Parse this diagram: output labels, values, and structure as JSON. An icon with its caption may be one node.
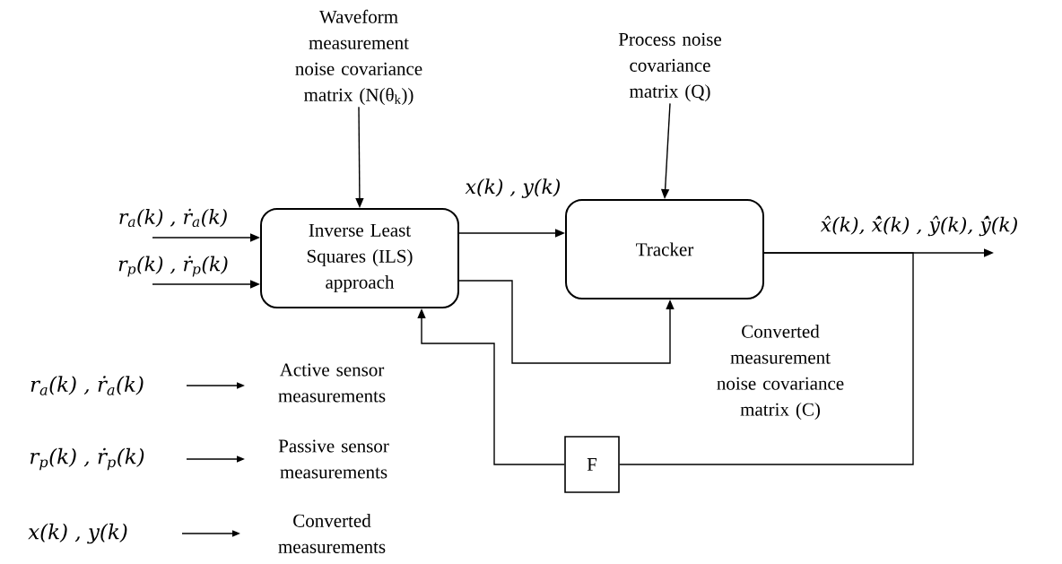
{
  "diagram": {
    "nodes": [
      {
        "text": [
          "Waveform measurement noise covariance matrix (N(θ$_{k}$))"
        ]
      },
      {
        "text": [
          "Process noise covariance matrix (Q)"
        ]
      },
      {
        "text": [
          "Inverse Least Squares (ILS) approach"
        ]
      },
      {
        "text": [
          "Tracker"
        ]
      },
      {
        "text": [
          "F"
        ]
      }
    ],
    "edges": [
      {
        "from": 0,
        "to": 2,
        "arrow": "to"
      },
      {
        "from": 1,
        "to": 3,
        "arrow": "to"
      },
      {
        "from": null,
        "to": 2,
        "arrow": "to",
        "label": "r$_{a}$(k) , ṙ$_{a}$(k)"
      },
      {
        "from": null,
        "to": 2,
        "arrow": "to",
        "label": "r$_{p}$(k) , ṙ$_{p}$(k)"
      },
      {
        "from": 2,
        "to": 3,
        "arrow": "to",
        "label": "x(k) , y(k)"
      },
      {
        "from": 2,
        "to": 3,
        "arrow": "to",
        "label": "Converted measurement noise covariance matrix (C)"
      },
      {
        "from": 3,
        "to": null,
        "arrow": "to",
        "label": "x̂(k), x̂̇(k) , ŷ(k), ŷ̇(k)"
      },
      {
        "from": 3,
        "to": 4,
        "arrow": "none"
      },
      {
        "from": 4,
        "to": 2,
        "arrow": "to"
      }
    ],
    "labels": [
      "r$_{a}$(k) , ṙ$_{a}$(k)",
      "Active sensor measurements",
      "r$_{p}$(k) , ṙ$_{p}$(k)",
      "Passive sensor measurements",
      "x(k) , y(k)",
      "Converted measurements"
    ]
  }
}
